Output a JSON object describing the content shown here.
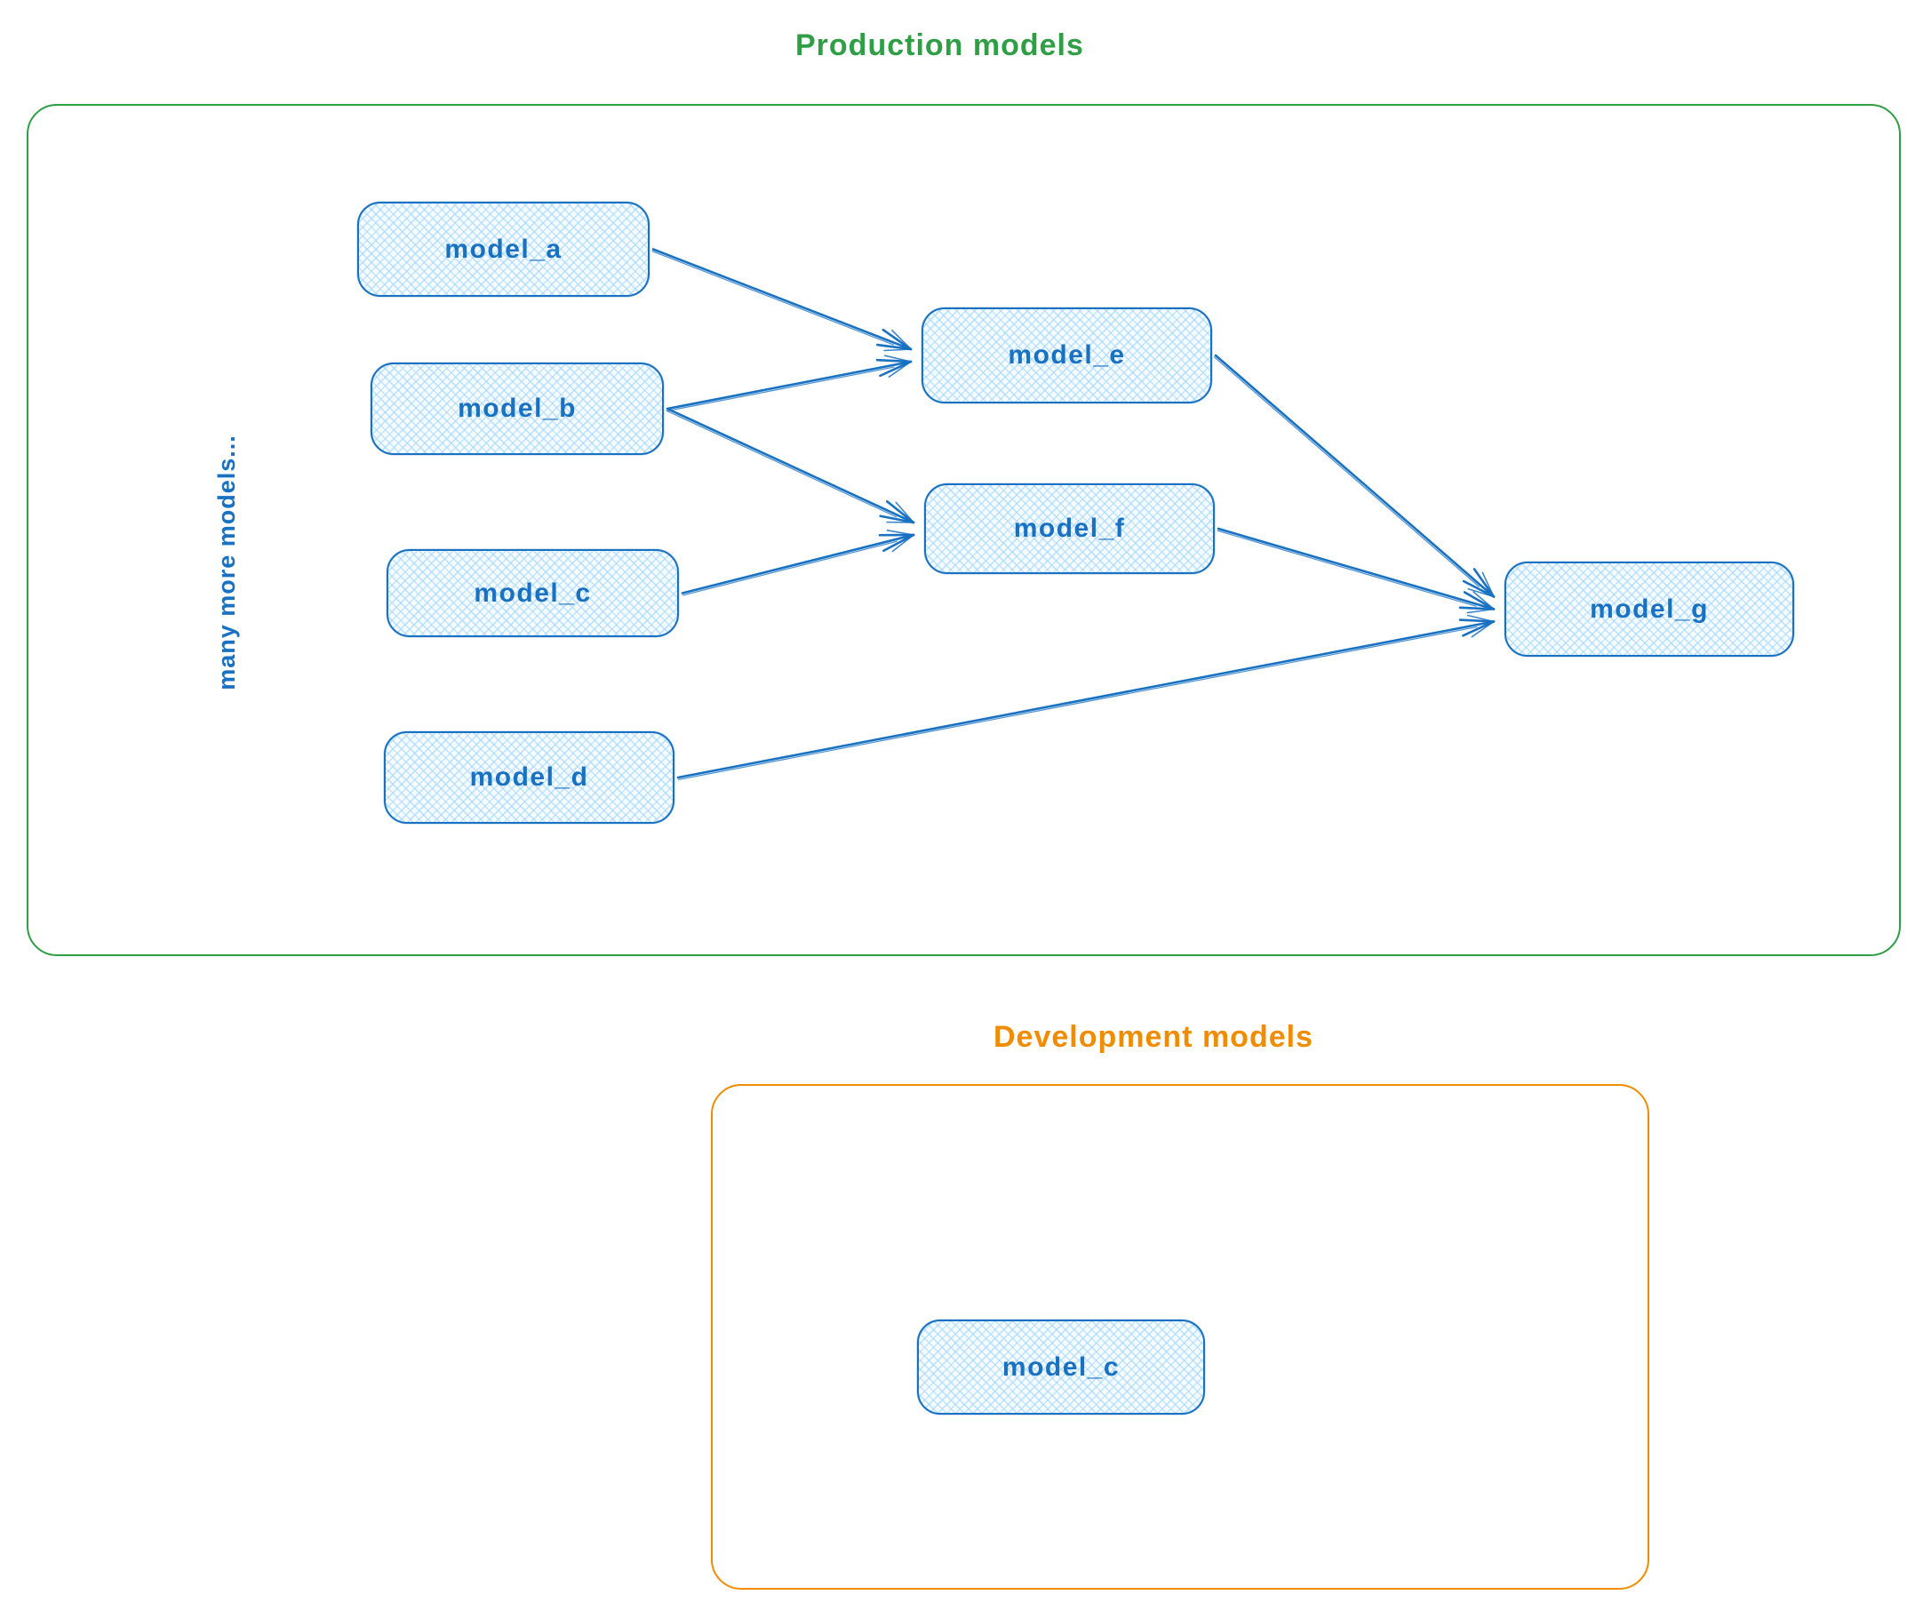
{
  "diagram": {
    "production": {
      "title": "Production models",
      "side_note": "many more models...",
      "nodes": [
        {
          "id": "model_a",
          "label": "model_a"
        },
        {
          "id": "model_b",
          "label": "model_b"
        },
        {
          "id": "model_c",
          "label": "model_c"
        },
        {
          "id": "model_d",
          "label": "model_d"
        },
        {
          "id": "model_e",
          "label": "model_e"
        },
        {
          "id": "model_f",
          "label": "model_f"
        },
        {
          "id": "model_g",
          "label": "model_g"
        }
      ]
    },
    "development": {
      "title": "Development models",
      "nodes": [
        {
          "id": "dev_model_c",
          "label": "model_c"
        }
      ]
    },
    "edges": [
      {
        "from": "model_a",
        "to": "model_e"
      },
      {
        "from": "model_b",
        "to": "model_e"
      },
      {
        "from": "model_b",
        "to": "model_f"
      },
      {
        "from": "model_c",
        "to": "model_f"
      },
      {
        "from": "model_e",
        "to": "model_g"
      },
      {
        "from": "model_f",
        "to": "model_g"
      },
      {
        "from": "model_d",
        "to": "model_g"
      }
    ],
    "colors": {
      "node_stroke": "#1971c2",
      "node_hatch": "#a5d8ff",
      "label_text": "#1971c2",
      "production_border": "#2f9e44",
      "production_title": "#2f9e44",
      "development_border": "#f08c00",
      "development_title": "#f08c00"
    }
  }
}
